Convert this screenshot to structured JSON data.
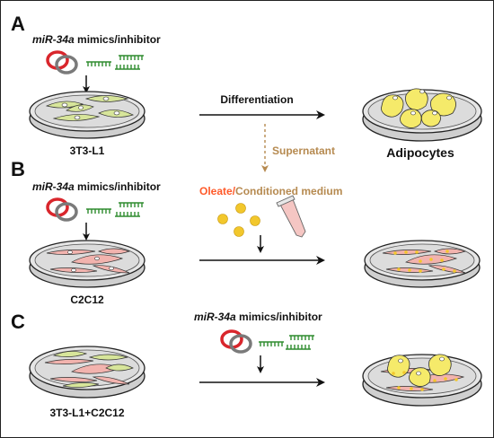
{
  "panels": {
    "a": {
      "letter": "A",
      "treatment_gene": "miR-34a",
      "treatment_rest": " mimics/inhibitor",
      "dish_label": "3T3-L1",
      "arrow_label": "Differentiation",
      "product_label": "Adipocytes",
      "supernatant_label": "Supernatant"
    },
    "b": {
      "letter": "B",
      "treatment_gene": "miR-34a",
      "treatment_rest": " mimics/inhibitor",
      "dish_label": "C2C12",
      "medium_oleate": "Oleate",
      "medium_sep": "/",
      "medium_rest": "Conditioned medium"
    },
    "c": {
      "letter": "C",
      "treatment_gene": "miR-34a",
      "treatment_rest": " mimics/inhibitor",
      "dish_label": "3T3-L1+C2C12"
    }
  },
  "colors": {
    "plasmid_red": "#d9262c",
    "plasmid_gray": "#7a7a7a",
    "rna_green": "#2e8b2e",
    "fibroblast": "#d7e59a",
    "myoblast": "#f2b3ae",
    "lipid": "#f5ea6a",
    "oleate_text": "#ff5a2a",
    "conditioned_text": "#b68a50",
    "supernatant": "#b68a50",
    "droplet": "#f2c72c"
  }
}
